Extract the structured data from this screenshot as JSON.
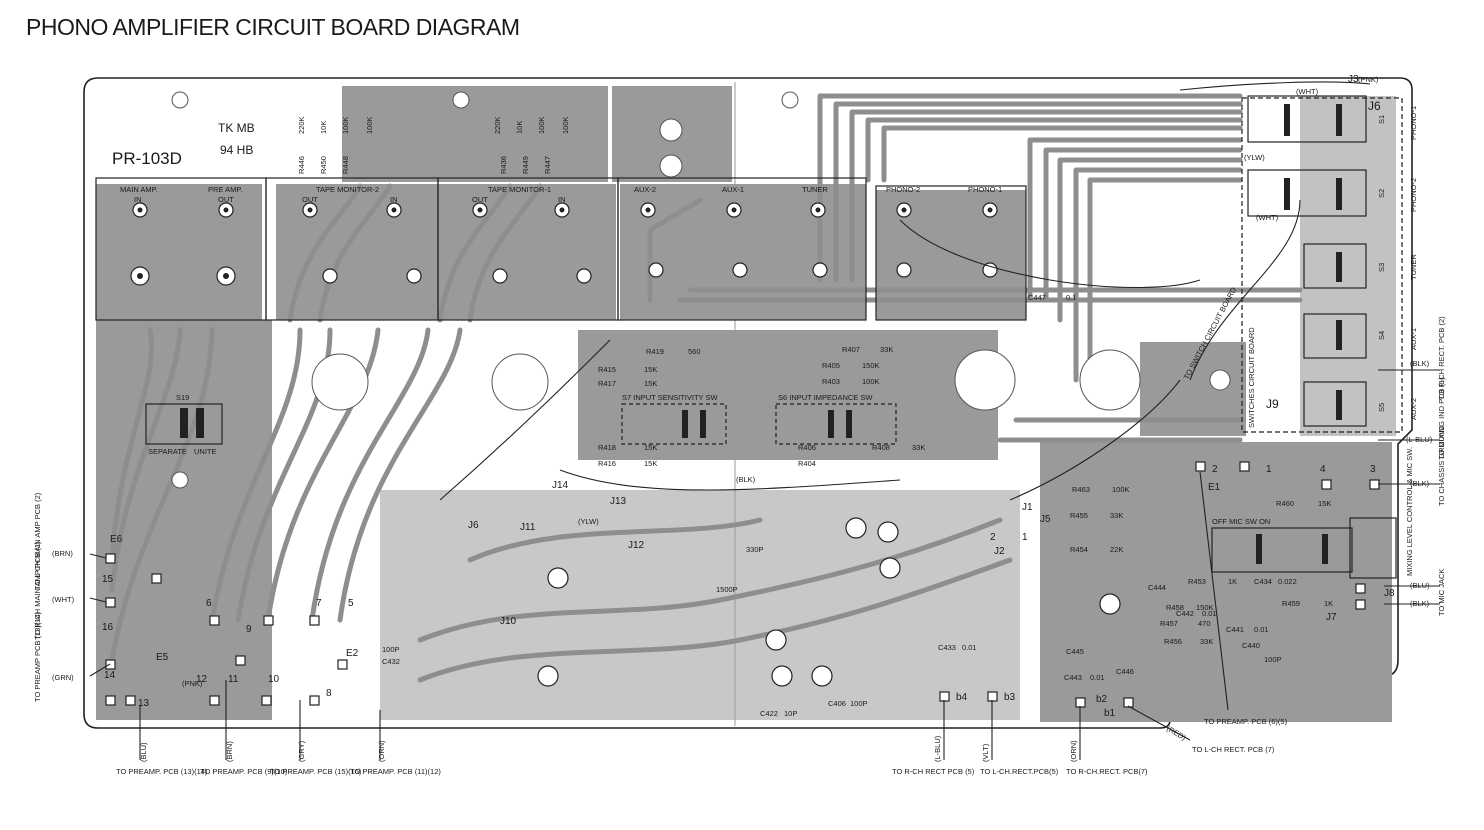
{
  "title": "PHONO AMPLIFIER CIRCUIT BOARD DIAGRAM",
  "board": {
    "model": "PR-103D",
    "code1": "TK MB",
    "code2": "94 HB"
  },
  "jack_sections": [
    "MAIN AMP.",
    "PRE AMP.",
    "TAPE MONITOR-2",
    "TAPE MONITOR-1",
    "AUX-2",
    "AUX-1",
    "TUNER",
    "PHONO-2",
    "PHONO-1"
  ],
  "jack_io": {
    "in": "IN",
    "out": "OUT"
  },
  "switches": {
    "s19": "S19",
    "s19_left": "SEPARATE",
    "s19_right": "UNITE",
    "s7": "S7 INPUT SENSITIVITY SW",
    "s6": "S6 INPUT IMPEDANCE SW",
    "mic": "OFF  MIC SW  ON",
    "mixing": "MIXING LEVEL CONTROL & MIC SW.",
    "switches_board": "SWITCHES CIRCUIT BOARD"
  },
  "side_switches": [
    {
      "j": "J6",
      "s": "S1",
      "name": "PHONO-1"
    },
    {
      "j": "",
      "s": "S2",
      "name": "PHONO-2"
    },
    {
      "j": "",
      "s": "S3",
      "name": "TUNER"
    },
    {
      "j": "",
      "s": "S4",
      "name": "AUX-1"
    },
    {
      "j": "J9",
      "s": "S5",
      "name": "AUX-2"
    }
  ],
  "top_resistors": [
    "220K",
    "10K",
    "100K",
    "100K",
    "220K",
    "10K",
    "100K",
    "100K"
  ],
  "top_refs": [
    "R446",
    "R450",
    "R448",
    "R436",
    "R449",
    "R447"
  ],
  "resistor_labels": [
    "R419",
    "560",
    "R415",
    "15K",
    "R417",
    "15K",
    "R418",
    "15K",
    "R416",
    "15K",
    "R407",
    "33K",
    "R405",
    "150K",
    "R403",
    "100K",
    "R406",
    "R404",
    "R408",
    "33K",
    "R463",
    "100K",
    "R455",
    "33K",
    "R454",
    "22K",
    "R460",
    "15K",
    "R453",
    "1K",
    "R458",
    "150K",
    "R457",
    "470",
    "R456",
    "33K",
    "R459",
    "1K"
  ],
  "cap_labels": [
    "C447",
    "0.1",
    "C434",
    "0.022",
    "C445",
    "C446",
    "C444",
    "C440",
    "100P",
    "C433",
    "0.01",
    "C422",
    "10P",
    "C406",
    "100P",
    "C432",
    "100P",
    "1500P",
    "330P",
    "C443",
    "0.01",
    "C441",
    "0.01",
    "C442",
    "0.01"
  ],
  "connector_refs": [
    "J14",
    "J13",
    "J11",
    "J12",
    "J10",
    "J1",
    "J2",
    "J5",
    "J6",
    "J7",
    "J8",
    "J3",
    "E1",
    "E2",
    "E5",
    "E6",
    "b1",
    "b2",
    "b3",
    "b4"
  ],
  "pad_numbers": [
    "15",
    "16",
    "14",
    "13",
    "12",
    "11",
    "10",
    "9",
    "8",
    "7",
    "6",
    "5",
    "1",
    "2",
    "3",
    "4",
    "2",
    "1"
  ],
  "wire_colors": [
    "(BRN)",
    "(WHT)",
    "(GRN)",
    "(BLU)",
    "(PNK)",
    "(GRY)",
    "(ORN)",
    "(YLW)",
    "(BLK)",
    "(L-BLU)",
    "(VLT)",
    "(RED)",
    "(BLU)",
    "(BLK)",
    "(PNK)",
    "(WHT)",
    "(YLW)",
    "(WHT)"
  ],
  "left_notes": [
    "TO L-CH MAIN AMP PCB (2)",
    "TO R-CH MAIN AMP PCB (1)",
    "TO PREAMP PCB (13)(14)"
  ],
  "bottom_notes": [
    "TO PREAMP. PCB (13)(14)",
    "TO PREAMP. PCB (9)(10)",
    "TO PREAMP. PCB (15)(16)",
    "TO PREAMP. PCB (11)(12)",
    "TO R-CH RECT PCB (5)",
    "TO L-CH.RECT.PCB(5)",
    "TO R-CH.RECT. PCB(7)",
    "TO L-CH RECT. PCB (7)",
    "TO PREAMP. PCB (6)(5)"
  ],
  "right_notes": [
    "TO R-CH RECT. PCB (2)",
    "TO MIXING IND PCB (1)",
    "TO CHASSIS GROUND",
    "TO MIC JACK"
  ],
  "misc": {
    "switch_board_note": "TO SWITCH CIRCUIT BOARD"
  }
}
